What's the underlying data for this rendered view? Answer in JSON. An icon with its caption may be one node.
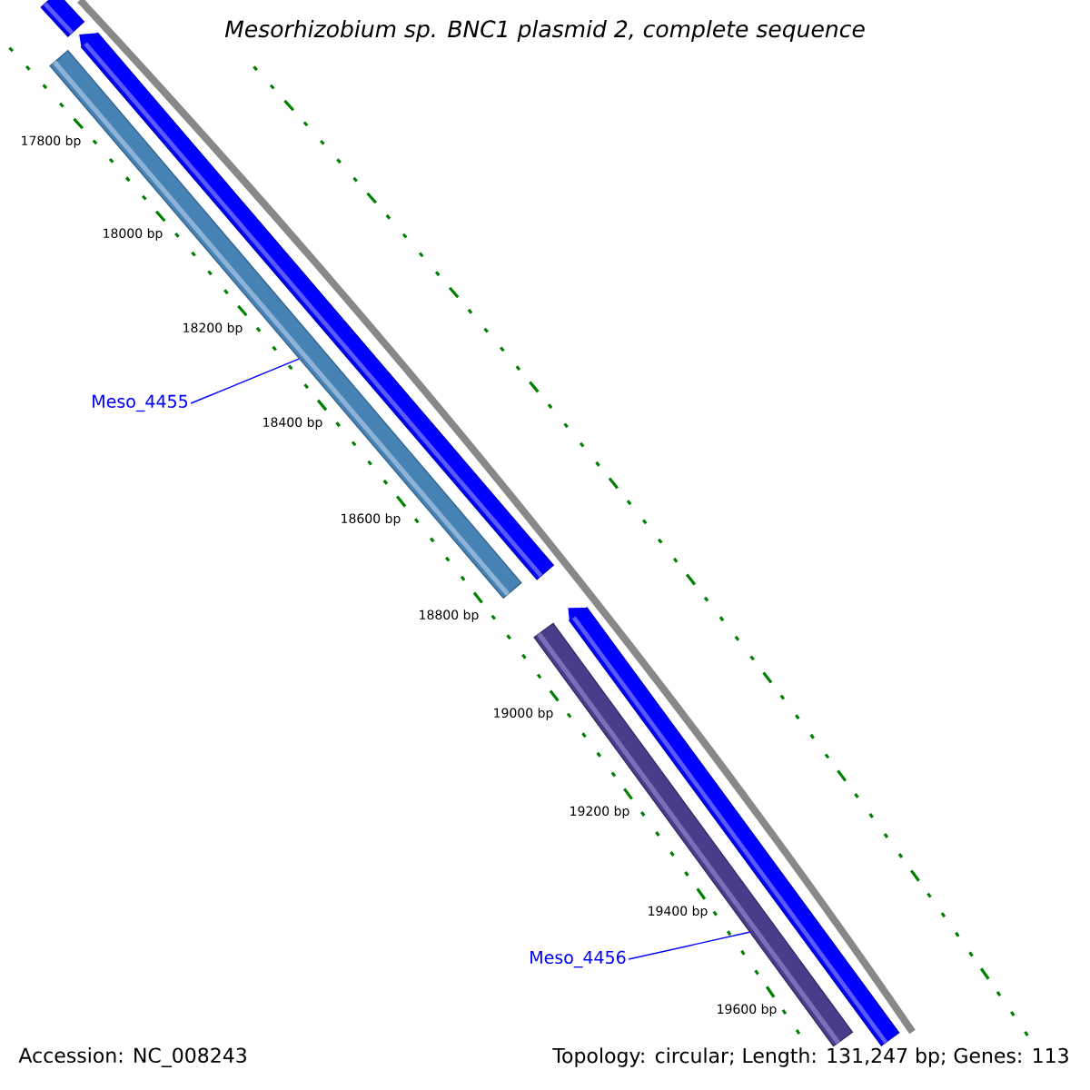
{
  "diagram": {
    "title": "Mesorhizobium sp. BNC1 plasmid 2, complete sequence",
    "nodes": [
      {
        "text": [],
        "shape": "bar"
      },
      {
        "text": [],
        "shape": "bar"
      },
      {
        "text": [],
        "shape": "bar"
      },
      {
        "text": [
          "Meso_4455"
        ]
      },
      {
        "text": [],
        "shape": "bar"
      },
      {
        "text": [],
        "shape": "bar"
      },
      {
        "text": [
          "Meso_4456"
        ]
      }
    ],
    "edges": [
      {
        "from": 3,
        "to": 2,
        "arrow": "none"
      },
      {
        "from": 6,
        "to": 4,
        "arrow": "none"
      }
    ],
    "labels": [
      "17800 bp",
      "18000 bp",
      "18200 bp",
      "18400 bp",
      "18600 bp",
      "18800 bp",
      "19000 bp",
      "19200 bp",
      "19400 bp",
      "19600 bp",
      "Accession: NC_008243",
      "Topology: circular; Length: 131,247 bp; Genes: 113"
    ]
  }
}
